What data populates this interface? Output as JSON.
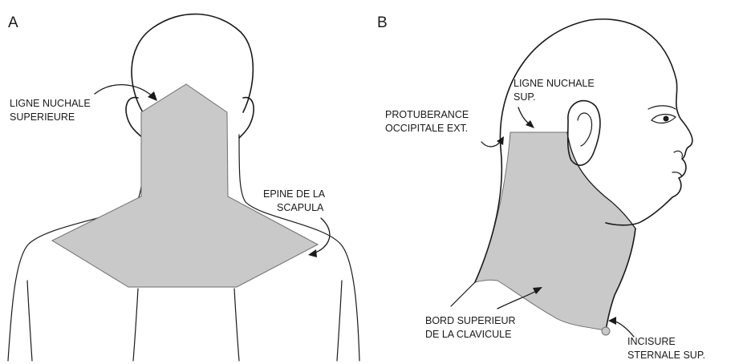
{
  "panel_a": {
    "letter": "A",
    "labels": {
      "nuchal_line_1": "LIGNE NUCHALE",
      "nuchal_line_2": "SUPERIEURE",
      "scapula_spine_1": "EPINE DE LA",
      "scapula_spine_2": "SCAPULA"
    }
  },
  "panel_b": {
    "letter": "B",
    "labels": {
      "nuchal_line_1": "LIGNE NUCHALE",
      "nuchal_line_2": "SUP.",
      "protuberance_1": "PROTUBERANCE",
      "protuberance_2": "OCCIPITALE EXT.",
      "clavicle_1": "BORD SUPERIEUR",
      "clavicle_2": "DE LA CLAVICULE",
      "sternal_notch_1": "INCISURE",
      "sternal_notch_2": "STERNALE SUP."
    }
  },
  "colors": {
    "shaded_region": "#c9c9c9",
    "outline": "#1a1a1a"
  }
}
